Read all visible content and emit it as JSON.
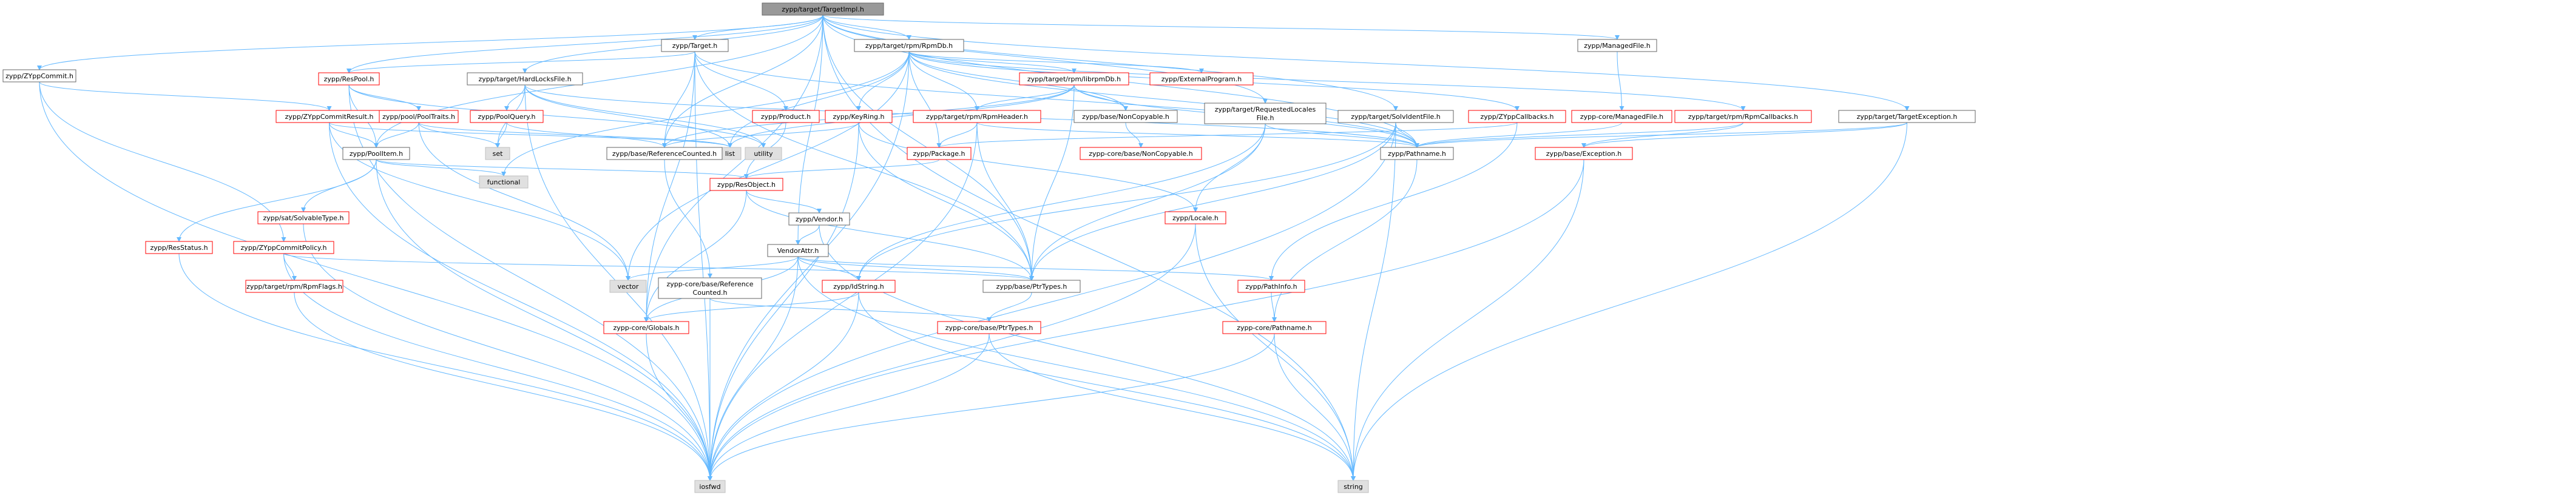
{
  "graph": {
    "colors": {
      "root_fill": "#999999",
      "default_fill": "#ffffff",
      "system_fill": "#e0e0e0",
      "default_border": "#666666",
      "red_border": "#ff0000",
      "edge": "#63b8ff",
      "label": "#000000"
    },
    "nodes": [
      {
        "id": "root",
        "label": "zypp/target/TargetImpl.h",
        "style": "root"
      },
      {
        "id": "zyppcommit",
        "label": "zypp/ZYppCommit.h",
        "style": "default"
      },
      {
        "id": "target",
        "label": "zypp/Target.h",
        "style": "default"
      },
      {
        "id": "rpmdb",
        "label": "zypp/target/rpm/RpmDb.h",
        "style": "default"
      },
      {
        "id": "managedfile",
        "label": "zypp/ManagedFile.h",
        "style": "default"
      },
      {
        "id": "respool",
        "label": "zypp/ResPool.h",
        "style": "red"
      },
      {
        "id": "hardlocks",
        "label": "zypp/target/HardLocksFile.h",
        "style": "default"
      },
      {
        "id": "extprog",
        "label": "zypp/ExternalProgram.h",
        "style": "red"
      },
      {
        "id": "librpmdb",
        "label": "zypp/target/rpm/librpmDb.h",
        "style": "red"
      },
      {
        "id": "commitresult",
        "label": "zypp/ZYppCommitResult.h",
        "style": "red"
      },
      {
        "id": "pooltraits",
        "label": "zypp/pool/PoolTraits.h",
        "style": "red"
      },
      {
        "id": "poolquery",
        "label": "zypp/PoolQuery.h",
        "style": "red"
      },
      {
        "id": "product",
        "label": "zypp/Product.h",
        "style": "red"
      },
      {
        "id": "keyring",
        "label": "zypp/KeyRing.h",
        "style": "red"
      },
      {
        "id": "rpmheader",
        "label": "zypp/target/rpm/RpmHeader.h",
        "style": "red"
      },
      {
        "id": "noncopyable",
        "label": "zypp/base/NonCopyable.h",
        "style": "default"
      },
      {
        "id": "reqlocales",
        "label": "zypp/target/RequestedLocales\nFile.h",
        "style": "default"
      },
      {
        "id": "solvidentfile",
        "label": "zypp/target/SolvIdentFile.h",
        "style": "default"
      },
      {
        "id": "zyppcallbacks",
        "label": "zypp/ZYppCallbacks.h",
        "style": "red"
      },
      {
        "id": "coremanagedfile",
        "label": "zypp-core/ManagedFile.h",
        "style": "red"
      },
      {
        "id": "rpmcallbacks",
        "label": "zypp/target/rpm/RpmCallbacks.h",
        "style": "red"
      },
      {
        "id": "targetexc",
        "label": "zypp/target/TargetException.h",
        "style": "default"
      },
      {
        "id": "poolitem",
        "label": "zypp/PoolItem.h",
        "style": "default"
      },
      {
        "id": "set",
        "label": "set",
        "style": "system"
      },
      {
        "id": "list",
        "label": "list",
        "style": "system"
      },
      {
        "id": "utility",
        "label": "utility",
        "style": "system"
      },
      {
        "id": "refcounted",
        "label": "zypp/base/ReferenceCounted.h",
        "style": "default"
      },
      {
        "id": "package",
        "label": "zypp/Package.h",
        "style": "red"
      },
      {
        "id": "corenoncopy",
        "label": "zypp-core/base/NonCopyable.h",
        "style": "red"
      },
      {
        "id": "pathname",
        "label": "zypp/Pathname.h",
        "style": "default"
      },
      {
        "id": "baseexc",
        "label": "zypp/base/Exception.h",
        "style": "red"
      },
      {
        "id": "functional",
        "label": "functional",
        "style": "system"
      },
      {
        "id": "resobject",
        "label": "zypp/ResObject.h",
        "style": "red"
      },
      {
        "id": "locale",
        "label": "zypp/Locale.h",
        "style": "red"
      },
      {
        "id": "solvabletype",
        "label": "zypp/sat/SolvableType.h",
        "style": "red"
      },
      {
        "id": "vendor",
        "label": "zypp/Vendor.h",
        "style": "default"
      },
      {
        "id": "resstatus",
        "label": "zypp/ResStatus.h",
        "style": "red"
      },
      {
        "id": "commitpolicy",
        "label": "zypp/ZYppCommitPolicy.h",
        "style": "red"
      },
      {
        "id": "vendorattr",
        "label": "VendorAttr.h",
        "style": "default"
      },
      {
        "id": "rpmflags",
        "label": "zypp/target/rpm/RpmFlags.h",
        "style": "red"
      },
      {
        "id": "vector",
        "label": "vector",
        "style": "system"
      },
      {
        "id": "corerefcounted",
        "label": "zypp-core/base/Reference\nCounted.h",
        "style": "default"
      },
      {
        "id": "idstring",
        "label": "zypp/IdString.h",
        "style": "red"
      },
      {
        "id": "ptrtypes",
        "label": "zypp/base/PtrTypes.h",
        "style": "default"
      },
      {
        "id": "pathinfo",
        "label": "zypp/PathInfo.h",
        "style": "red"
      },
      {
        "id": "globals",
        "label": "zypp-core/Globals.h",
        "style": "red"
      },
      {
        "id": "coreptrtypes",
        "label": "zypp-core/base/PtrTypes.h",
        "style": "red"
      },
      {
        "id": "corepathname",
        "label": "zypp-core/Pathname.h",
        "style": "red"
      },
      {
        "id": "iosfwd",
        "label": "iosfwd",
        "style": "system"
      },
      {
        "id": "string",
        "label": "string",
        "style": "system"
      }
    ]
  }
}
